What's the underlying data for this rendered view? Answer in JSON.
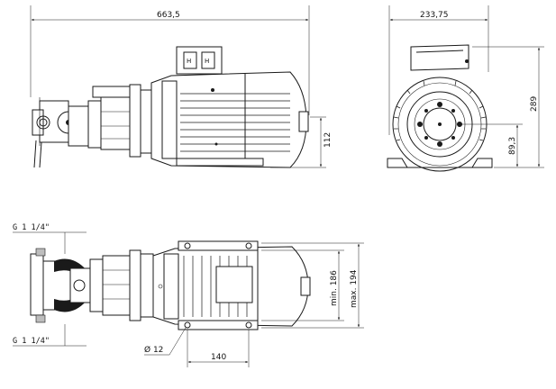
{
  "drawing": {
    "dimensions": {
      "overall_length": "663,5",
      "width_end_view": "233,75",
      "height_total": "289",
      "shaft_height_side": "112",
      "shaft_height_end": "89,3",
      "foot_width_min": "min. 186",
      "foot_width_max": "max. 194",
      "foot_hole_diameter": "Ø 12",
      "foot_spacing": "140"
    },
    "ports": {
      "inlet_label": "G 1 1/4\"",
      "outlet_label": "G 1 1/4\""
    },
    "terminal_box": {
      "left_symbol": "H",
      "right_symbol": "H"
    }
  }
}
